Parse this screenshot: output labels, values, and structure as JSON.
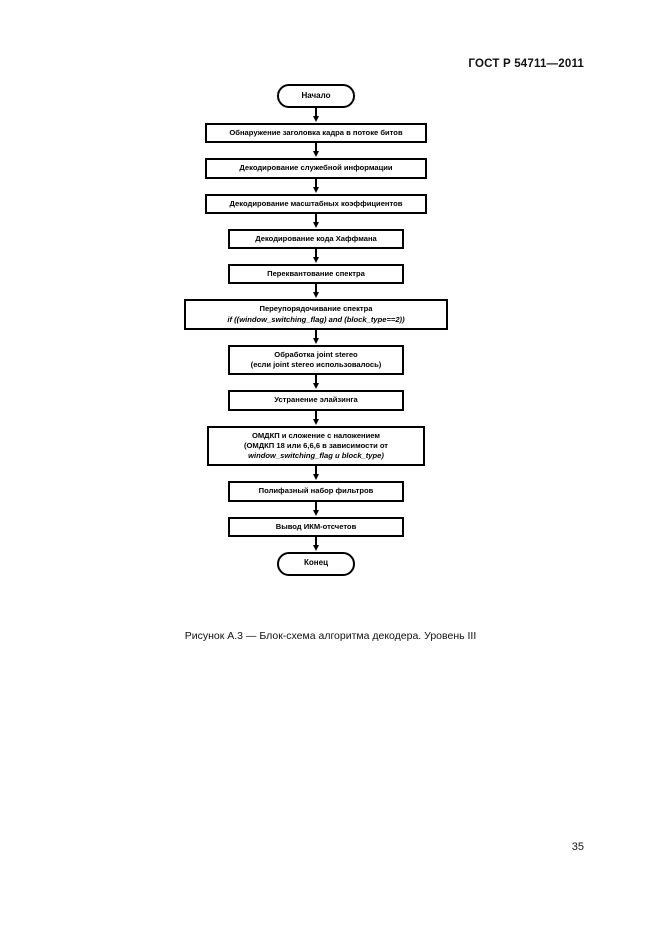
{
  "document": {
    "header": "ГОСТ Р 54711—2011",
    "page_number": "35"
  },
  "figure": {
    "caption": "Рисунок А.3 — Блок-схема алгоритма декодера. Уровень III",
    "nodes": [
      {
        "id": "start",
        "shape": "terminal",
        "text": "Начало"
      },
      {
        "id": "frame-header-detect",
        "shape": "process",
        "width": "standard",
        "lines": [
          "Обнаружение заголовка кадра в потоке битов"
        ]
      },
      {
        "id": "decode-side-info",
        "shape": "process",
        "width": "standard",
        "lines": [
          "Декодирование служебной информации"
        ]
      },
      {
        "id": "decode-scalefactors",
        "shape": "process",
        "width": "standard",
        "lines": [
          "Декодирование масштабных коэффициентов"
        ]
      },
      {
        "id": "decode-huffman",
        "shape": "process",
        "width": "medium",
        "lines": [
          "Декодирование кода Хаффмана"
        ]
      },
      {
        "id": "requantize-spectrum",
        "shape": "process",
        "width": "medium",
        "lines": [
          "Переквантование спектра"
        ]
      },
      {
        "id": "reorder-spectrum",
        "shape": "process",
        "width": "wide",
        "lines": [
          "Переупорядочивание спектра",
          "if ((window_switching_flag) and (block_type==2))"
        ],
        "italic_lines": [
          1
        ]
      },
      {
        "id": "joint-stereo",
        "shape": "process",
        "width": "medium",
        "lines": [
          "Обработка joint stereo",
          "(если joint stereo использовалось)"
        ],
        "italic_lines": []
      },
      {
        "id": "alias-reduction",
        "shape": "process",
        "width": "medium",
        "lines": [
          "Устранение элайзинга"
        ]
      },
      {
        "id": "imdct-overlap-add",
        "shape": "process",
        "width": "xwide",
        "lines": [
          "ОМДКП и сложение с наложением",
          "(ОМДКП 18 или 6,6,6 в зависимости от",
          "window_switching_flag и block_type)"
        ],
        "italic_lines": [
          2
        ]
      },
      {
        "id": "polyphase-filterbank",
        "shape": "process",
        "width": "medium",
        "lines": [
          "Полифазный набор фильтров"
        ]
      },
      {
        "id": "pcm-output",
        "shape": "process",
        "width": "medium",
        "lines": [
          "Вывод ИКМ-отсчетов"
        ]
      },
      {
        "id": "end",
        "shape": "terminal",
        "text": "Конец"
      }
    ]
  }
}
